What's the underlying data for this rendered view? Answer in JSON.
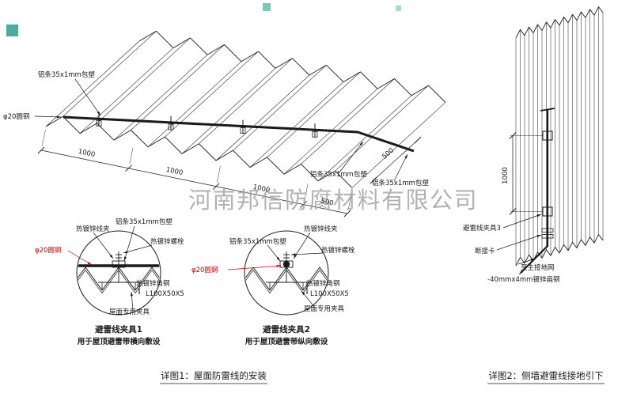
{
  "watermark": "河南邦信防腐材料有限公司",
  "roof": {
    "labels": {
      "strip_top": "铝条35x1mm包塑",
      "round_steel": "φ20圆钢",
      "strip_right_a": "铝条35x1mm包塑",
      "strip_right_b": "铝条35x1mm包塑"
    },
    "dims": {
      "d1": "1000",
      "d2": "1000",
      "d3": "1000",
      "d4": "500",
      "edge": "500"
    }
  },
  "detail1": {
    "labels": {
      "wire_clamp": "热镀锌线夹",
      "strip": "铝条35x1mm包塑",
      "bolt": "热镀锌螺栓",
      "round_steel": "φ20圆钢",
      "angle": "热镀锌角钢",
      "angle_spec": "L100X50X5",
      "roof_fixture": "屋面专用夹具"
    },
    "caption": "避雷线夹具1",
    "usage": "用于屋顶避雷带横向敷设"
  },
  "detail2": {
    "labels": {
      "wire_clamp": "热镀锌线夹",
      "strip": "铝条35x1mm包塑",
      "bolt": "热镀锌螺栓",
      "round_steel": "φ20圆钢",
      "angle": "热镀锌角钢",
      "angle_spec": "L100X50X5",
      "roof_fixture": "屋面专用夹具"
    },
    "caption": "避雷线夹具2",
    "usage": "用于屋顶避雷带纵向敷设"
  },
  "wall": {
    "dim": "1000",
    "labels": {
      "clamp3": "避雷线夹具3",
      "disconnect": "断接卡",
      "to_ground": "至主接地网",
      "flat_steel": "-40mmx4mm镀锌扁钢"
    }
  },
  "footers": {
    "f1": "详图1：屋面防雷线的安装",
    "f2": "详图2：侧墙避雷线接地引下"
  },
  "colors": {
    "line": "#1a1a1a",
    "red_label": "#d40000",
    "watermark": "#a0a0a0",
    "stamp": "#2c9d8c"
  }
}
